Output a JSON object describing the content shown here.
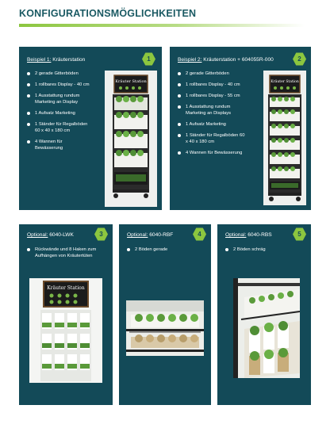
{
  "title": "KONFIGURATIONSMÖGLICHKEITEN",
  "cards": [
    {
      "label": "Beispiel 1:",
      "name": "Kräuterstation",
      "number": "1",
      "items": [
        "2 gerade  Gitterböden",
        "1 rollbares Display - 40 cm",
        "1 Ausstattung rundum Marketing an Display",
        "1 Aufsatz Marketing",
        "1 Ständer für Regalböden 60 x 40 x 180 cm",
        "4 Wannen für Bewässerung"
      ],
      "sign_text": "Kräuter Station"
    },
    {
      "label": "Beispiel 2:",
      "name": "Kräuterstation + 604055R-000",
      "number": "2",
      "items": [
        "2 gerade Gitterböden",
        "1 rollbares Display - 40 cm",
        "1 rollbares Display - 55 cm",
        "1 Ausstattung rundum Marketing an Displays",
        "1 Aufsatz Marketing",
        "1 Ständer für Regalböden 60 x 40 x 180 cm",
        "4 Wannen für Bewässerung"
      ],
      "sign_text": "Kräuter Station"
    },
    {
      "label": "Optional:",
      "name": "6040-LWK",
      "number": "3",
      "items": [
        "Rückwände und 8 Haken zum Aufhängen von Kräutertüten"
      ],
      "sign_text": "Kräuter Station"
    },
    {
      "label": "Optional:",
      "name": "6040-RBF",
      "number": "4",
      "items": [
        "2 Böden gerade"
      ]
    },
    {
      "label": "Optional:",
      "name": "6040-RBS",
      "number": "5",
      "items": [
        "2 Böden schräg"
      ]
    }
  ]
}
